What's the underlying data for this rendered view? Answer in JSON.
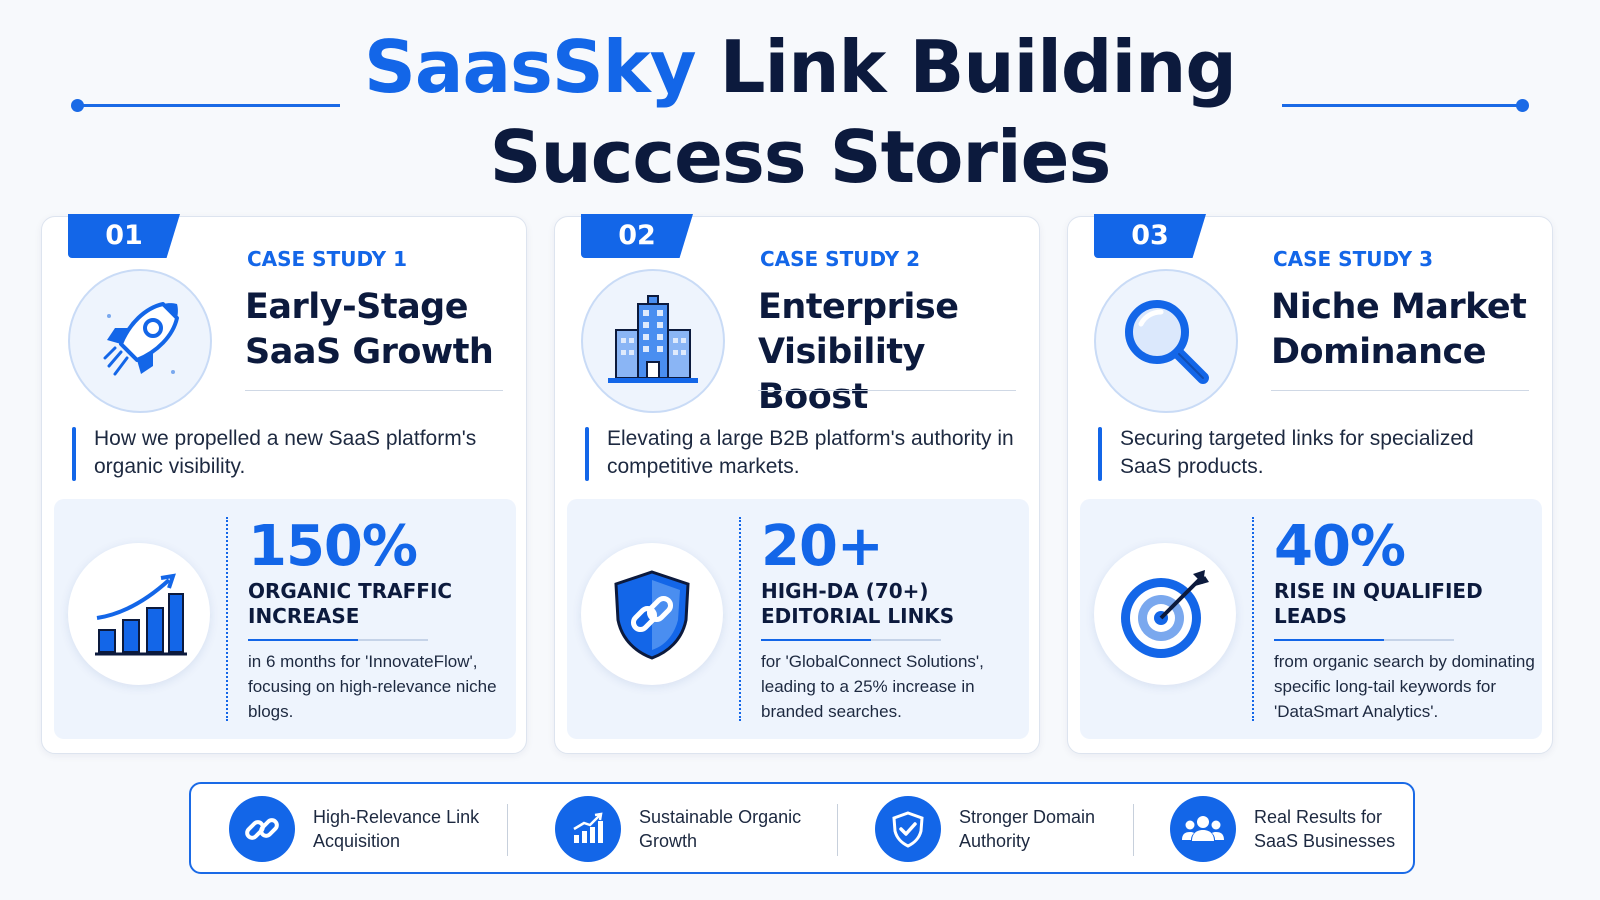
{
  "header": {
    "title_brand": "SaasSky",
    "title_rest": "Link Building",
    "title_line2": "Success Stories"
  },
  "colors": {
    "accent": "#1366e8",
    "heading": "#0c1a3d",
    "panel": "#eef4fd"
  },
  "cases": [
    {
      "number": "01",
      "label": "CASE STUDY 1",
      "title": "Early-Stage SaaS Growth",
      "icon": "rocket-icon",
      "description": "How we propelled a new SaaS platform's organic visibility.",
      "stat_value": "150%",
      "stat_label": "ORGANIC TRAFFIC INCREASE",
      "stat_icon": "growth-chart-icon",
      "stat_detail": "in 6 months for 'InnovateFlow', focusing on high-relevance niche blogs."
    },
    {
      "number": "02",
      "label": "CASE STUDY 2",
      "title": "Enterprise Visibility Boost",
      "icon": "office-building-icon",
      "description": "Elevating a large B2B platform's authority in competitive markets.",
      "stat_value": "20+",
      "stat_label": "HIGH-DA (70+) EDITORIAL LINKS",
      "stat_icon": "shield-link-icon",
      "stat_detail": "for 'GlobalConnect Solutions', leading to a 25% increase in branded searches."
    },
    {
      "number": "03",
      "label": "CASE STUDY 3",
      "title": "Niche Market Dominance",
      "icon": "magnifier-icon",
      "description": "Securing targeted links for specialized SaaS products.",
      "stat_value": "40%",
      "stat_label": "RISE IN QUALIFIED LEADS",
      "stat_icon": "target-arrow-icon",
      "stat_detail": "from organic search by dominating specific long-tail keywords for 'DataSmart Analytics'."
    }
  ],
  "features": [
    {
      "label": "High-Relevance Link Acquisition",
      "icon": "link-icon"
    },
    {
      "label": "Sustainable Organic Growth",
      "icon": "bar-growth-icon"
    },
    {
      "label": "Stronger Domain Authority",
      "icon": "shield-check-icon"
    },
    {
      "label": "Real Results for SaaS Businesses",
      "icon": "people-icon"
    }
  ]
}
